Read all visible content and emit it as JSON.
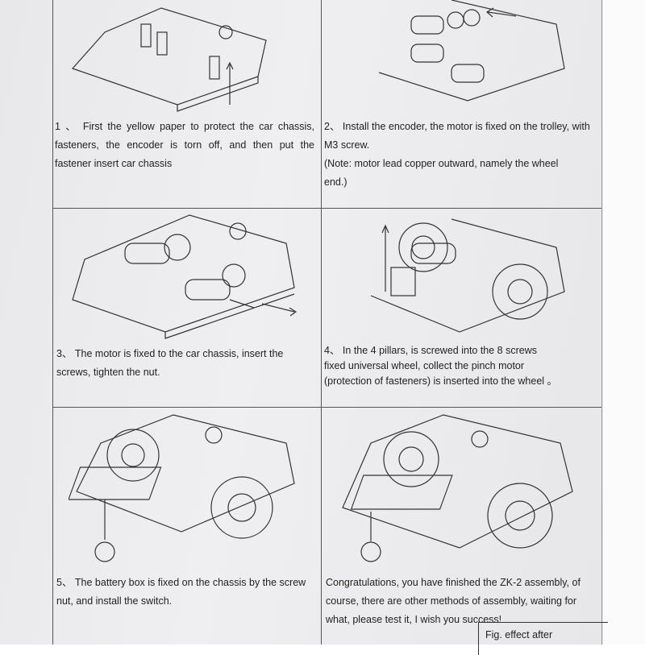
{
  "steps": [
    {
      "text": "1 、  First the yellow paper to protect the car chassis, fasteners, the encoder is torn off, and then put the fastener insert car chassis"
    },
    {
      "text": "2、 Install the encoder, the motor is fixed on the trolley, with M3 screw.",
      "note": "(Note: motor lead copper outward, namely the wheel end.)"
    },
    {
      "text": "3、 The motor is fixed to the car chassis, insert the screws, tighten the nut."
    },
    {
      "text": "4、 In the 4 pillars, is screwed into the 8 screws fixed universal wheel, collect the pinch motor (protection of fasteners) is inserted into the wheel 。"
    },
    {
      "text": "5、 The battery box is fixed on the chassis by the screw nut, and install the switch."
    },
    {
      "text": "Congratulations, you have finished the ZK-2 assembly, of course, there are other methods of assembly, waiting for what, please test it, I wish you success!"
    }
  ],
  "figure_caption": "Fig. effect after"
}
